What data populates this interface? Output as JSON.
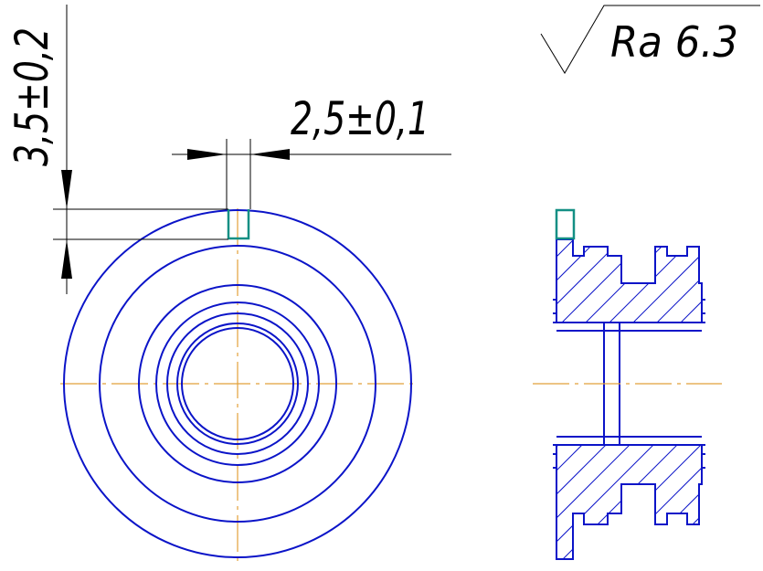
{
  "roughness": {
    "label": "Ra 6.3"
  },
  "dimensions": {
    "slot_width": "2,5±0,1",
    "slot_depth": "3,5±0,2"
  },
  "colors": {
    "outline": "#0b14c8",
    "centerline": "#e2a13a",
    "slot": "#138f84",
    "dimension": "#000000"
  }
}
